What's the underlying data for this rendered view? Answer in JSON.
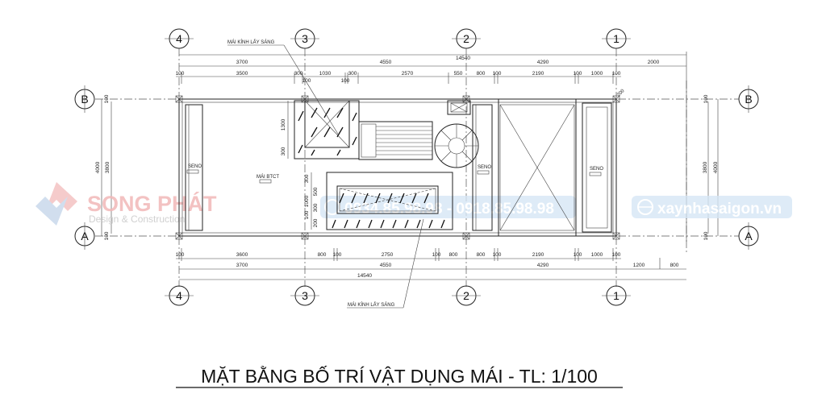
{
  "title": "MẶT BẰNG BỐ TRÍ VẬT DỤNG MÁI - TL: 1/100",
  "grid": {
    "columns": [
      "4",
      "3",
      "2",
      "1"
    ],
    "rows": [
      "B",
      "A"
    ]
  },
  "dims_top": {
    "overall": "14540",
    "main": [
      "3700",
      "4550",
      "4290",
      "2000"
    ],
    "detail": [
      "100",
      "3500",
      "300",
      "100",
      "1030",
      "100",
      "300",
      "2570",
      "550",
      "800",
      "100",
      "2190",
      "100",
      "1000",
      "100"
    ]
  },
  "dims_bottom": {
    "detail": [
      "100",
      "3600",
      "800",
      "100",
      "2750",
      "100",
      "800",
      "800",
      "100",
      "2190",
      "100",
      "1000",
      "100"
    ],
    "main": [
      "3700",
      "4550",
      "4290",
      "1200",
      "800"
    ],
    "overall": "14540"
  },
  "dims_side": {
    "left": [
      "100",
      "3800",
      "4000",
      "100"
    ],
    "right": [
      "100",
      "3800",
      "4000",
      "100"
    ]
  },
  "dims_interior": [
    "1300",
    "300",
    "300",
    "500",
    "1000",
    "300",
    "100",
    "200"
  ],
  "labels": {
    "skylight_top": "MÁI KÍNH LẤY SÁNG",
    "skylight_bottom": "MÁI KÍNH LẤY SÁNG",
    "seno": "SENO",
    "roof": "MÁI BTCT",
    "corner": "200"
  },
  "watermark": {
    "brand": "SONG PHÁT",
    "tagline": "Design & Construction",
    "phone": "0934.85.98.98 - 0918.85.98.98",
    "website": "xaynhasaigon.vn",
    "colors": {
      "brand": "#f2b8b8",
      "badge": "#d6e6f5"
    }
  }
}
